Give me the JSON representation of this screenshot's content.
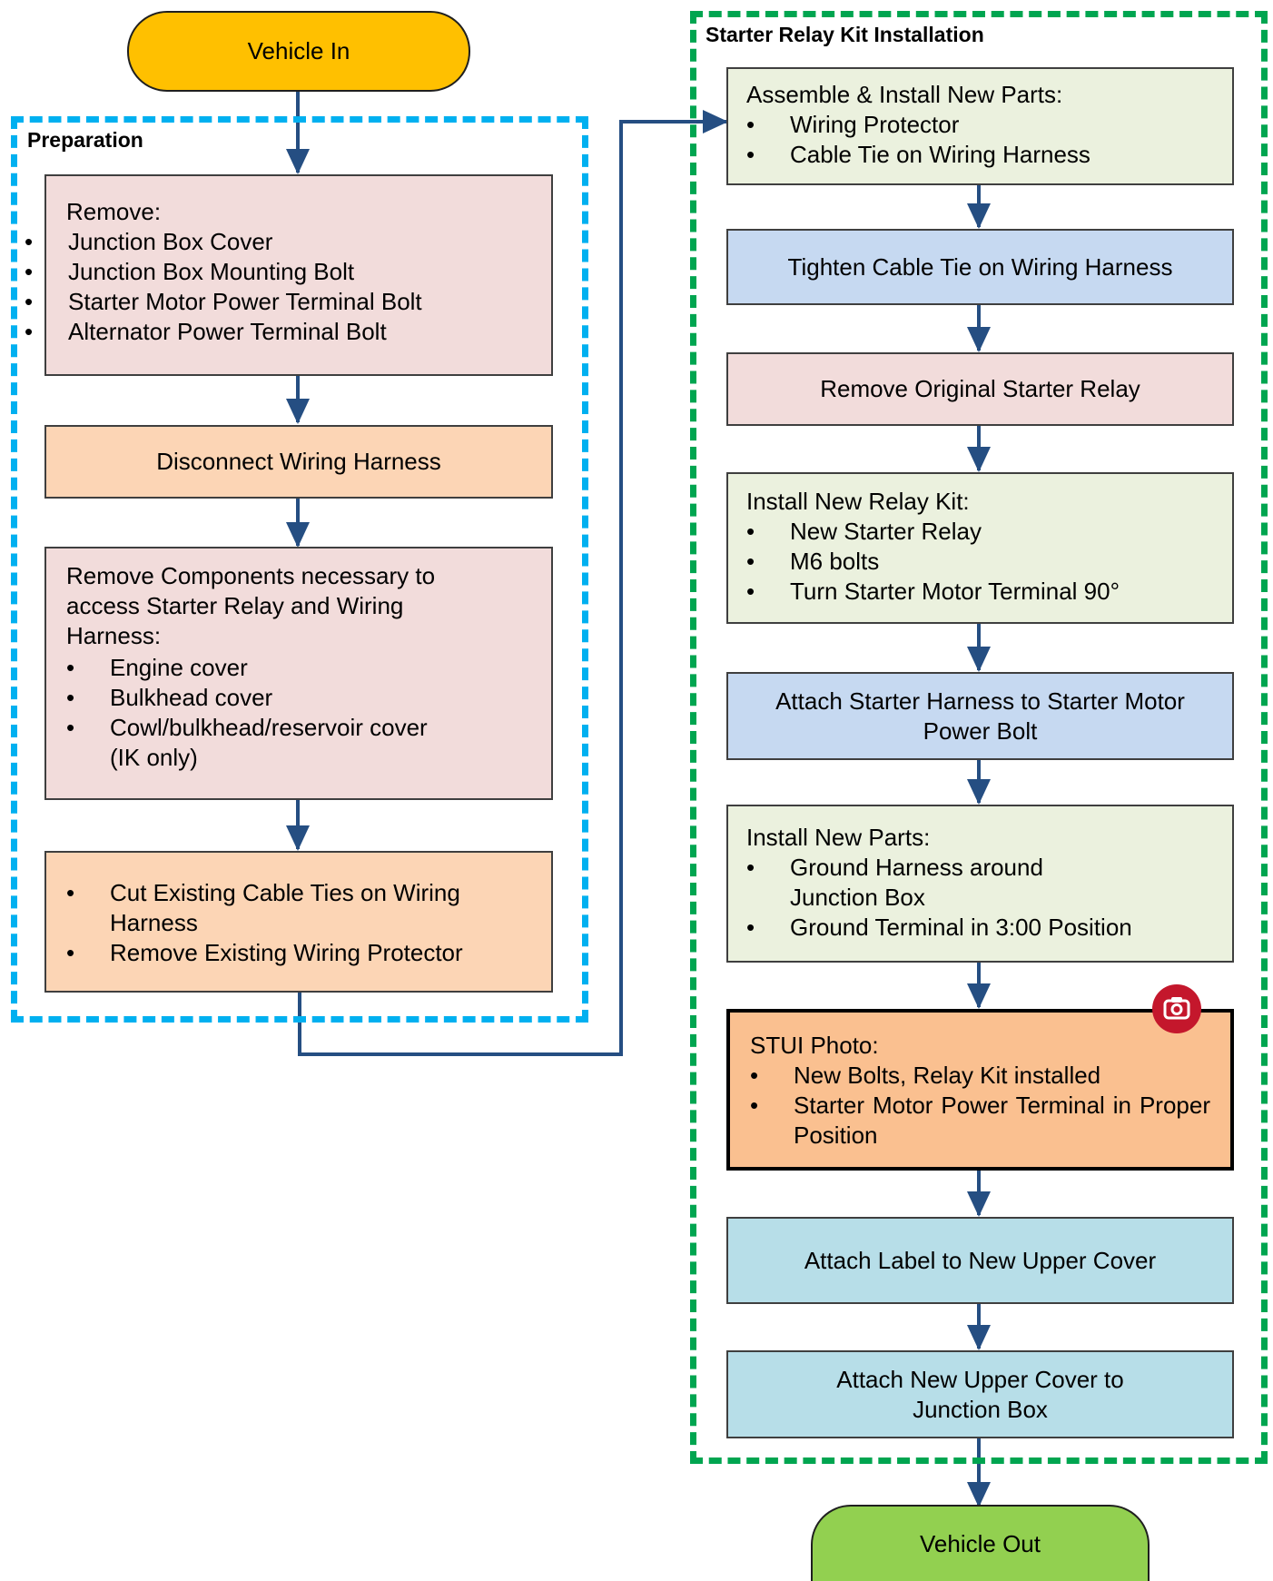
{
  "terminals": {
    "start": "Vehicle In",
    "end": "Vehicle Out"
  },
  "groups": {
    "preparation": "Preparation",
    "installation": "Starter Relay Kit Installation"
  },
  "preparation": {
    "remove": {
      "heading": "Remove:",
      "items": [
        "Junction Box Cover",
        "Junction Box Mounting Bolt",
        "Starter Motor Power Terminal Bolt",
        "Alternator Power Terminal Bolt"
      ]
    },
    "disconnect": "Disconnect Wiring Harness",
    "components": {
      "heading": "Remove Components necessary to access Starter Relay and Wiring Harness:",
      "items": [
        "Engine cover",
        "Bulkhead cover",
        "Cowl/bulkhead/reservoir cover (IK only)"
      ]
    },
    "cut": {
      "items": [
        "Cut Existing Cable Ties on Wiring Harness",
        "Remove Existing Wiring Protector"
      ]
    }
  },
  "installation": {
    "assemble": {
      "heading": "Assemble & Install New Parts:",
      "items": [
        "Wiring Protector",
        "Cable Tie on Wiring Harness"
      ]
    },
    "tighten": "Tighten Cable Tie on Wiring Harness",
    "remove_relay": "Remove Original Starter Relay",
    "install_kit": {
      "heading": "Install New Relay Kit:",
      "items": [
        "New Starter Relay",
        "M6 bolts",
        "Turn Starter Motor Terminal 90°"
      ]
    },
    "attach_harness": "Attach Starter Harness to Starter Motor Power Bolt",
    "install_parts": {
      "heading": "Install New Parts:",
      "items": [
        "Ground Harness around Junction Box",
        "Ground Terminal in 3:00 Position"
      ]
    },
    "photo": {
      "heading": "STUI Photo:",
      "items": [
        "New Bolts, Relay Kit installed",
        "Starter Motor Power Terminal in Proper Position"
      ]
    },
    "attach_label": "Attach Label to New Upper Cover",
    "attach_cover": "Attach New Upper Cover to Junction Box"
  },
  "colors": {
    "start_fill": "#ffc000",
    "end_fill": "#92d050",
    "prep_border": "#00b0f0",
    "install_border": "#00a550",
    "pink": "#f2dcdb",
    "orange": "#fcd5b5",
    "green": "#ebf1de",
    "blue": "#c6d9f1",
    "teal": "#b7dee8",
    "photo": "#fac090",
    "arrow": "#254e82",
    "camera": "#c4172c"
  },
  "icons": {
    "photo_marker": "camera-icon"
  }
}
